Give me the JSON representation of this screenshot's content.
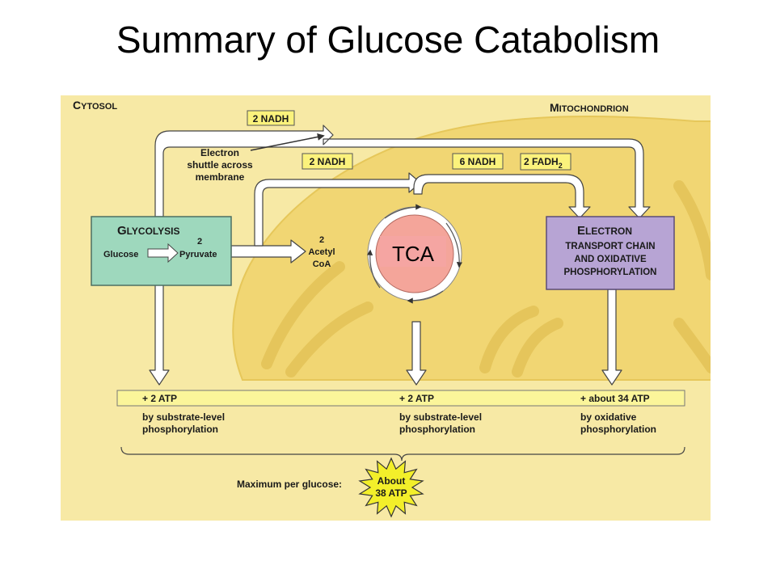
{
  "title": "Summary of Glucose Catabolism",
  "colors": {
    "background": "#f7e9a5",
    "mitochondrion": "#f1d673",
    "glycolysis_box": "#9ed8bd",
    "etc_box": "#b7a4d4",
    "tca_circle": "#f4a59a",
    "atp_bar": "#fbf59a",
    "label_box": "#fbf27c",
    "starburst": "#f3ef2a"
  },
  "regions": {
    "cytosol": {
      "first": "C",
      "rest": "YTOSOL"
    },
    "mitochondrion": {
      "first": "M",
      "rest": "ITOCHONDRION"
    }
  },
  "carriers": {
    "nadh_top": "2 NADH",
    "nadh_mid": "2 NADH",
    "nadh_tca": "6 NADH",
    "fadh_prefix": "2 FADH",
    "fadh_sub": "2"
  },
  "shuttle_label": [
    "Electron",
    "shuttle across",
    "membrane"
  ],
  "glycolysis": {
    "title_first": "G",
    "title_rest": "LYCOLYSIS",
    "count": "2",
    "glucose": "Glucose",
    "pyruvate": "Pyruvate"
  },
  "acetyl": [
    "2",
    "Acetyl",
    "CoA"
  ],
  "tca_label": "TCA",
  "etc": {
    "line1_first": "E",
    "line1_rest": "LECTRON",
    "line2": "TRANSPORT CHAIN",
    "line3": "AND OXIDATIVE",
    "line4": "PHOSPHORYLATION"
  },
  "atp": [
    {
      "amount": "+ 2 ATP",
      "desc1": "by substrate-level",
      "desc2": "phosphorylation"
    },
    {
      "amount": "+ 2 ATP",
      "desc1": "by substrate-level",
      "desc2": "phosphorylation"
    },
    {
      "amount": "+ about 34 ATP",
      "desc1": "by oxidative",
      "desc2": "phosphorylation"
    }
  ],
  "max_label": "Maximum per glucose:",
  "burst": [
    "About",
    "38 ATP"
  ]
}
